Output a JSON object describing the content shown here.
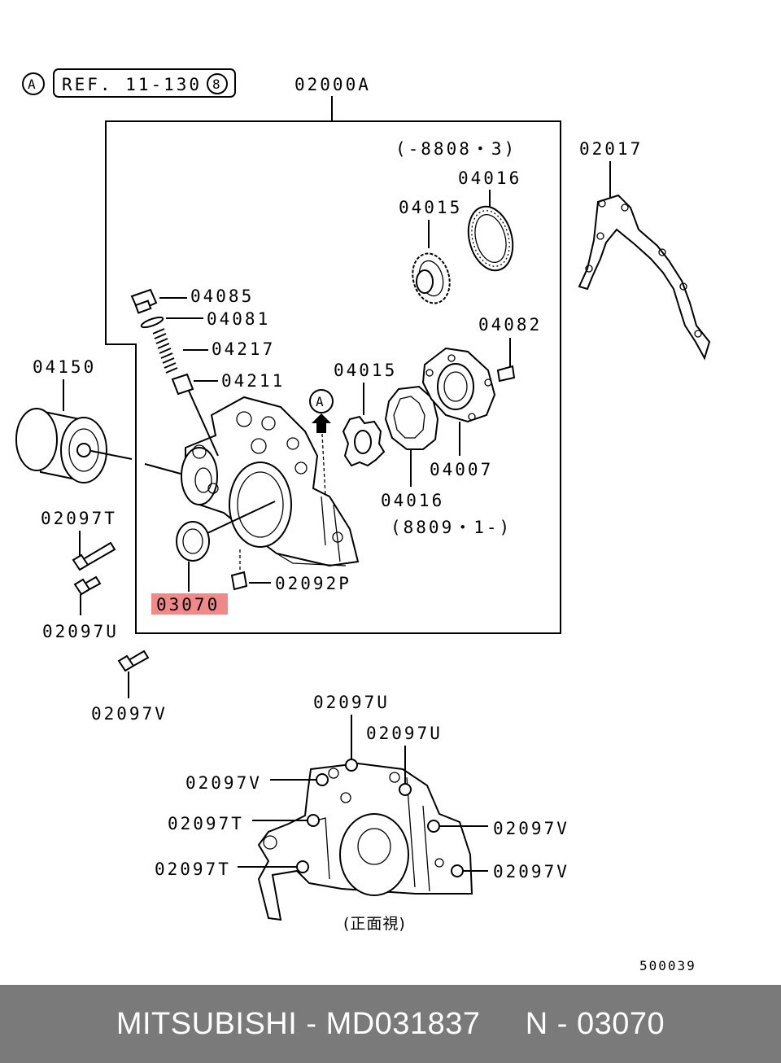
{
  "diagram": {
    "ref_circle": "A",
    "ref_text": "REF. 11-130",
    "ref_circle2": "8",
    "assembly_label": "02000A",
    "date_range_1": "(-8808・3)",
    "date_range_2": "(8809・1-)",
    "front_view_caption": "(正面視)",
    "arrow_circle": "A",
    "figure_id": "500039",
    "highlight_color": "#f08a8a",
    "parts": {
      "p02017": "02017",
      "p04016a": "04016",
      "p04015a": "04015",
      "p04085": "04085",
      "p04081": "04081",
      "p04217": "04217",
      "p04211": "04211",
      "p04082": "04082",
      "p04150": "04150",
      "p04015b": "04015",
      "p04007": "04007",
      "p04016b": "04016",
      "p02097T": "02097T",
      "p02097U": "02097U",
      "p03070": "03070",
      "p02092P": "02092P",
      "p02097V": "02097V"
    },
    "front_view_labels": {
      "u1": "02097U",
      "u2": "02097U",
      "v1": "02097V",
      "t1": "02097T",
      "t2": "02097T",
      "v2": "02097V",
      "v3": "02097V"
    }
  },
  "footer": {
    "text": "MITSUBISHI - MD031837     N - 03070"
  }
}
